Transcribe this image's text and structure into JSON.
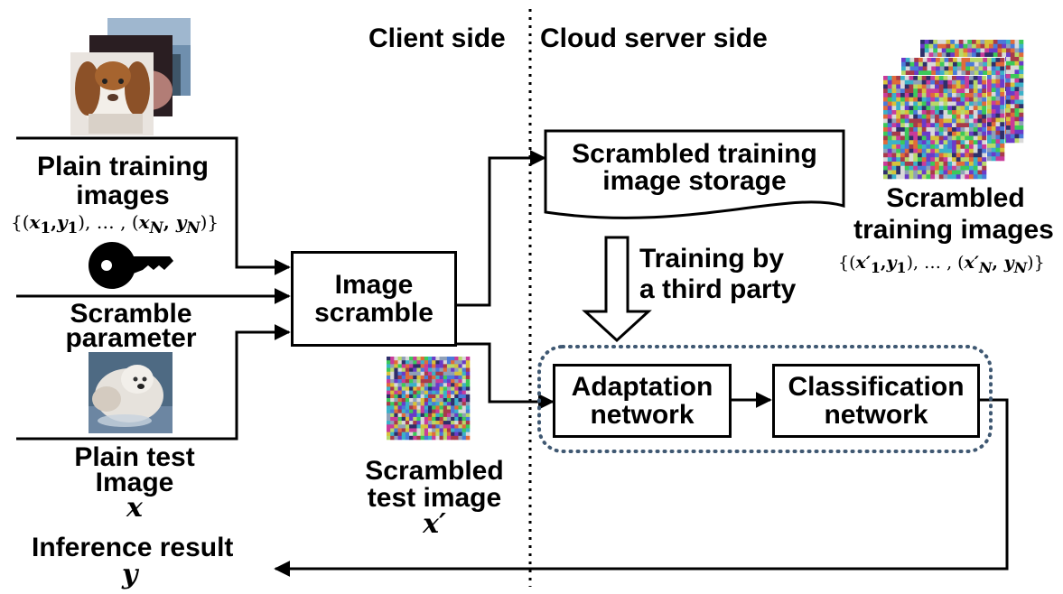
{
  "headers": {
    "client_side": "Client side",
    "cloud_side": "Cloud server side"
  },
  "client": {
    "plain_training_line1": "Plain training",
    "plain_training_line2": "images",
    "plain_training_formula": "{(x1,y1), … , (xN, yN)}",
    "scramble_line1": "Scramble",
    "scramble_line2": "parameter",
    "plain_test_line1": "Plain test",
    "plain_test_line2": "Image",
    "plain_test_var": "x",
    "inference_result": "Inference result",
    "inference_var": "y"
  },
  "image_scramble": {
    "line1": "Image",
    "line2": "scramble"
  },
  "scrambled_test": {
    "line1": "Scrambled",
    "line2": "test image",
    "var": "x′"
  },
  "cloud": {
    "storage_line1": "Scrambled training",
    "storage_line2": "image storage",
    "training_line1": "Training by",
    "training_line2": "a third party",
    "scrambled_training_line1": "Scrambled",
    "scrambled_training_line2": "training images",
    "scrambled_training_formula": "{(x′1,y1), … , (x′N, yN)}",
    "adaptation_line1": "Adaptation",
    "adaptation_line2": "network",
    "classification_line1": "Classification",
    "classification_line2": "network"
  },
  "icons": {
    "key": "key-icon",
    "dog_photo": "dog-photo",
    "fluffy_dog_photo": "fluffy-dog-photo",
    "noise": "noise-image"
  },
  "colors": {
    "dotted_group": "#3f5872",
    "line": "#000000"
  }
}
